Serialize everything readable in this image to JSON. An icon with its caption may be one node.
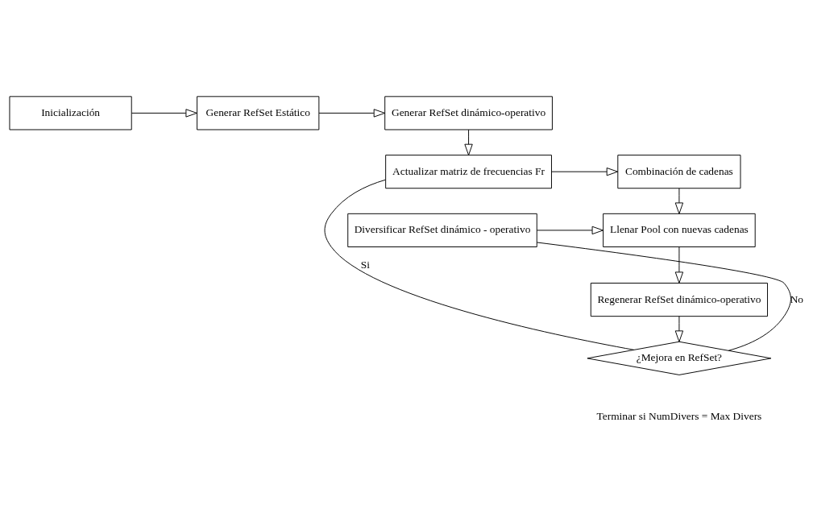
{
  "diagram": {
    "nodes": [
      {
        "text": [
          "Inicialización"
        ]
      },
      {
        "text": [
          "Generar RefSet Estático"
        ]
      },
      {
        "text": [
          "Generar RefSet dinámico-operativo"
        ]
      },
      {
        "text": [
          "Actualizar matriz de frecuencias Fr"
        ]
      },
      {
        "text": [
          "Combinación de cadenas"
        ]
      },
      {
        "text": [
          "Diversificar RefSet dinámico - operativo"
        ]
      },
      {
        "text": [
          "Llenar Pool con nuevas cadenas"
        ]
      },
      {
        "text": [
          "Regenerar RefSet dinámico-operativo"
        ]
      },
      {
        "text": [
          "¿Mejora en RefSet?"
        ],
        "beside": [
          "Terminar si NumDivers = Max Divers"
        ]
      }
    ],
    "edges": [
      {
        "from": 0,
        "to": 1,
        "arrow": "to"
      },
      {
        "from": 1,
        "to": 2,
        "arrow": "to"
      },
      {
        "from": 2,
        "to": 3,
        "arrow": "to"
      },
      {
        "from": 3,
        "to": 4,
        "arrow": "to"
      },
      {
        "from": 4,
        "to": 6,
        "arrow": "to"
      },
      {
        "from": 5,
        "to": 6,
        "arrow": "to"
      },
      {
        "from": 6,
        "to": 7,
        "arrow": "to"
      },
      {
        "from": 7,
        "to": 8,
        "arrow": "to"
      },
      {
        "from": 8,
        "to": 5,
        "arrow": "none",
        "label": "No"
      },
      {
        "from": 8,
        "to": 3,
        "arrow": "none",
        "label": "Si"
      }
    ]
  }
}
